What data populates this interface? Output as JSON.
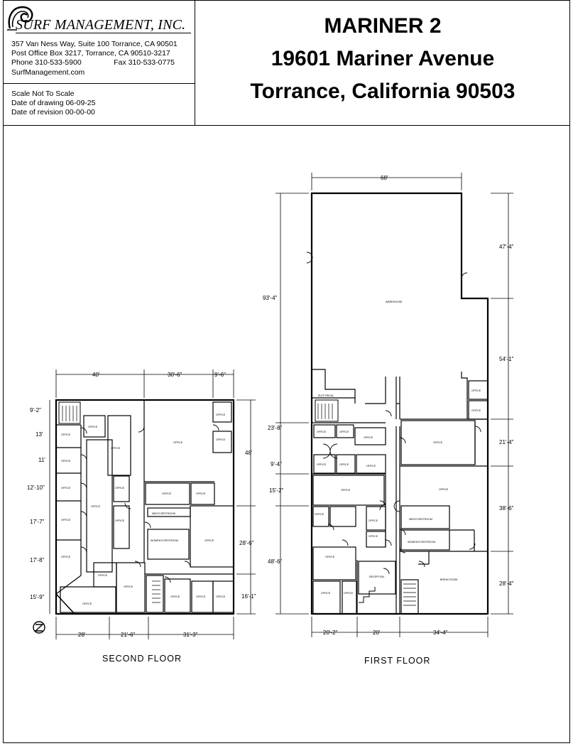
{
  "company": {
    "name": "SURF MANAGEMENT, INC.",
    "address": "357 Van Ness Way, Suite 100 Torrance, CA 90501",
    "po_box": "Post  Office  Box  3217, Torrance,  CA 90510-3217",
    "phone": "Phone 310-533-5900",
    "fax": "Fax 310-533-0775",
    "website": "SurfManagement.com"
  },
  "drawing_info": {
    "scale": "Scale  Not To Scale",
    "date_drawing": "Date of drawing  06-09-25",
    "date_revision": "Date of revision  00-00-00"
  },
  "property": {
    "name": "MARINER 2",
    "street": "19601 Mariner Avenue",
    "city": "Torrance, California 90503"
  },
  "second_floor": {
    "label": "SECOND FLOOR",
    "top_dims": [
      "40'",
      "30'-6\"",
      "9'-6\""
    ],
    "bottom_dims": [
      "28'",
      "21'-6\"",
      "31'-3\""
    ],
    "left_dims": [
      "9'-2\"",
      "13'",
      "11'",
      "12'-10\"",
      "17'-7\"",
      "17'-8\"",
      "15'-9\""
    ],
    "right_dims": [
      "48'",
      "28'-6\"",
      "16'-1\""
    ],
    "rooms": {
      "office": "OFFICE",
      "mens_restroom": "MEN'S RESTROOM",
      "womens_restroom": "WOMEN'S RESTROOM"
    }
  },
  "first_floor": {
    "label": "FIRST FLOOR",
    "top_dims": [
      "68'"
    ],
    "bottom_dims": [
      "20'-2\"",
      "20'",
      "34'-4\""
    ],
    "left_dims": [
      "93'-4\"",
      "23'-8\"",
      "9'-4\"",
      "15'-2\"",
      "48'-6\""
    ],
    "right_dims": [
      "47'-4\"",
      "54'-1\"",
      "21'-4\"",
      "38'-6\"",
      "28'-4\""
    ],
    "rooms": {
      "warehouse": "WAREHOUSE",
      "electrical": "ELECTRICAL",
      "office": "OFFICE",
      "reception": "RECEPTION",
      "break_room": "BREAK ROOM",
      "mens_restroom": "MEN'S RESTROOM",
      "womens_restroom": "WOMEN'S RESTROOM"
    }
  }
}
